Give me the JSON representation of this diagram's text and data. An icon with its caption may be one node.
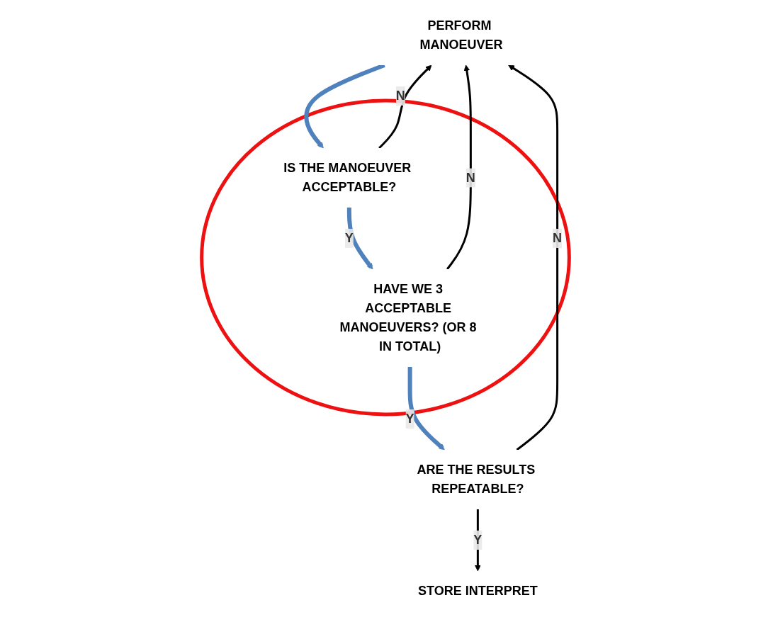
{
  "diagram": {
    "nodes": [
      {
        "text": [
          "PERFORM MANOEUVER"
        ]
      },
      {
        "text": [],
        "shape": "circle"
      },
      {
        "text": [
          "IS THE MANOEUVER ACCEPTABLE?"
        ],
        "in": 1
      },
      {
        "text": [
          "HAVE WE 3 ACCEPTABLE MANOEUVERS? (OR 8 IN TOTAL)"
        ],
        "in": 1
      },
      {
        "text": [
          "ARE THE RESULTS REPEATABLE?"
        ]
      },
      {
        "text": [
          "STORE INTERPRET"
        ]
      }
    ],
    "edges": [
      {
        "from": 0,
        "to": 2,
        "arrow": "to",
        "style": "thick",
        "color": "#4f81bd"
      },
      {
        "from": 2,
        "to": 3,
        "arrow": "to",
        "label": "Y",
        "style": "thick",
        "color": "#4f81bd"
      },
      {
        "from": 3,
        "to": 4,
        "arrow": "to",
        "label": "Y",
        "style": "thick",
        "color": "#4f81bd"
      },
      {
        "from": 4,
        "to": 5,
        "arrow": "to",
        "label": "Y"
      },
      {
        "from": 2,
        "to": 0,
        "arrow": "to",
        "label": "N"
      },
      {
        "from": 3,
        "to": 0,
        "arrow": "to",
        "label": "N"
      },
      {
        "from": 4,
        "to": 0,
        "arrow": "to",
        "label": "N"
      }
    ]
  }
}
